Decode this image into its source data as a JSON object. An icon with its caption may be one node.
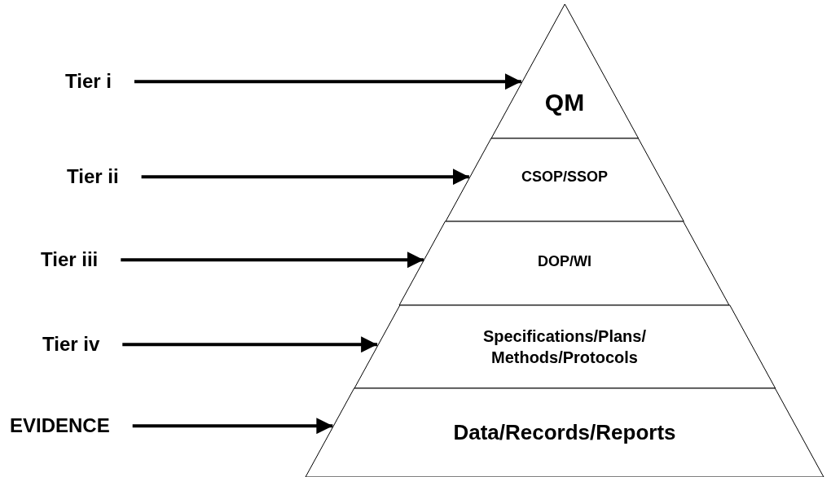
{
  "diagram": {
    "nodes": [
      {
        "text": [
          "Tier i"
        ]
      },
      {
        "text": [
          "QM"
        ]
      },
      {
        "text": [
          "Tier ii"
        ]
      },
      {
        "text": [
          "CSOP/SSOP"
        ]
      },
      {
        "text": [
          "Tier iii"
        ]
      },
      {
        "text": [
          "DOP/WI"
        ]
      },
      {
        "text": [
          "Tier iv"
        ]
      },
      {
        "text": [
          "Specifications/Plans/ Methods/Protocols"
        ]
      },
      {
        "text": [
          "EVIDENCE"
        ]
      },
      {
        "text": [
          "Data/Records/Reports"
        ]
      }
    ],
    "edges": [
      {
        "from": 0,
        "to": 1,
        "arrow": "to"
      },
      {
        "from": 2,
        "to": 3,
        "arrow": "to"
      },
      {
        "from": 4,
        "to": 5,
        "arrow": "to"
      },
      {
        "from": 6,
        "to": 7,
        "arrow": "to"
      },
      {
        "from": 8,
        "to": 9,
        "arrow": "to"
      }
    ]
  }
}
